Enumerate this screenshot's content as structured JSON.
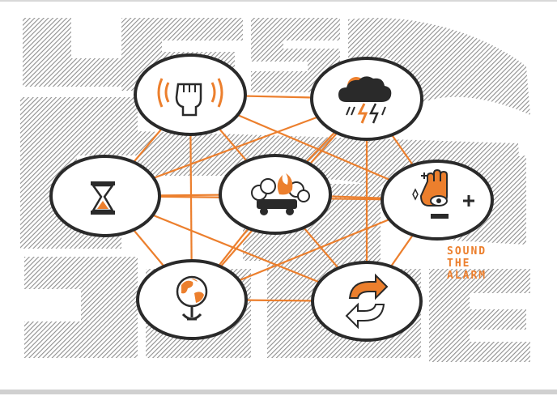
{
  "colors": {
    "accent": "#ec7f2d",
    "ink": "#2a2a2a",
    "hatch": "#a9a9a9",
    "paper": "#ffffff"
  },
  "nodes": [
    {
      "name": "raised-fist-node",
      "icon": "raised-fist-icon"
    },
    {
      "name": "storm-cloud-node",
      "icon": "storm-cloud-icon"
    },
    {
      "name": "hourglass-node",
      "icon": "hourglass-icon"
    },
    {
      "name": "burning-car-node",
      "icon": "burning-car-icon"
    },
    {
      "name": "hand-eye-node",
      "icon": "hand-eye-icon"
    },
    {
      "name": "globe-anchor-node",
      "icon": "globe-anchor-icon"
    },
    {
      "name": "refresh-arrows-node",
      "icon": "refresh-arrows-icon"
    }
  ],
  "badge": {
    "line1": "SOUND",
    "line2": "THE",
    "line3": "ALARM"
  }
}
